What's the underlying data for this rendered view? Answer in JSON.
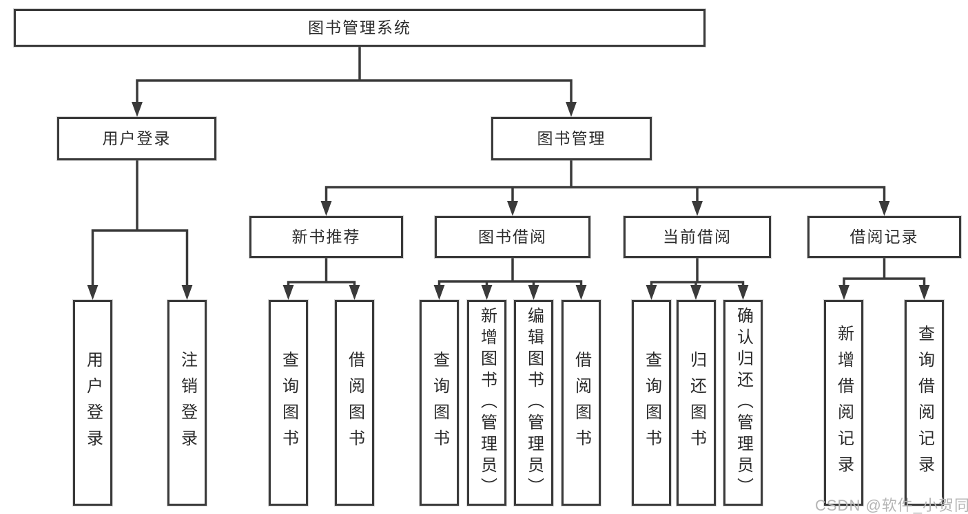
{
  "tree": {
    "root": "图书管理系统",
    "branches": [
      {
        "label": "用户登录",
        "leaves": [
          "用户登录",
          "注销登录"
        ]
      },
      {
        "label": "图书管理",
        "groups": [
          {
            "label": "新书推荐",
            "leaves": [
              "查询图书",
              "借阅图书"
            ]
          },
          {
            "label": "图书借阅",
            "leaves": [
              "查询图书",
              "新增图书（管理员）",
              "编辑图书（管理员）",
              "借阅图书"
            ]
          },
          {
            "label": "当前借阅",
            "leaves": [
              "查询图书",
              "归还图书",
              "确认归还（管理员）"
            ]
          },
          {
            "label": "借阅记录",
            "leaves": [
              "新增借阅记录",
              "查询借阅记录"
            ]
          }
        ]
      }
    ]
  },
  "watermark": {
    "text": "CSDN @软件_小贺同学"
  },
  "colors": {
    "line": "#3a3a3a",
    "text": "#2b2b2b",
    "box_background": "#ffffff",
    "watermark": "#b5b5b5"
  }
}
